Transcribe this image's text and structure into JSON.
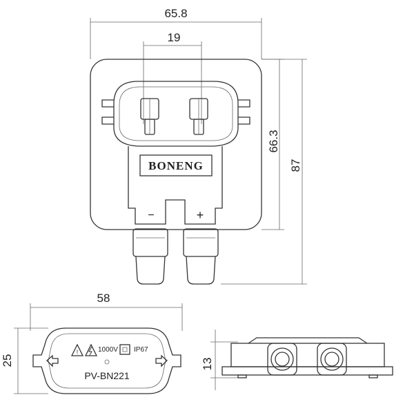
{
  "dimensions": {
    "top_width": "65.8",
    "pin_spacing": "19",
    "body_height": "66.3",
    "total_height": "87",
    "bottom_width": "58",
    "bottom_height": "25",
    "side_height": "13"
  },
  "labels": {
    "brand": "BONENG",
    "minus": "−",
    "plus": "+",
    "voltage": "1000V",
    "ip_rating": "IP67",
    "model": "PV-BN221"
  }
}
